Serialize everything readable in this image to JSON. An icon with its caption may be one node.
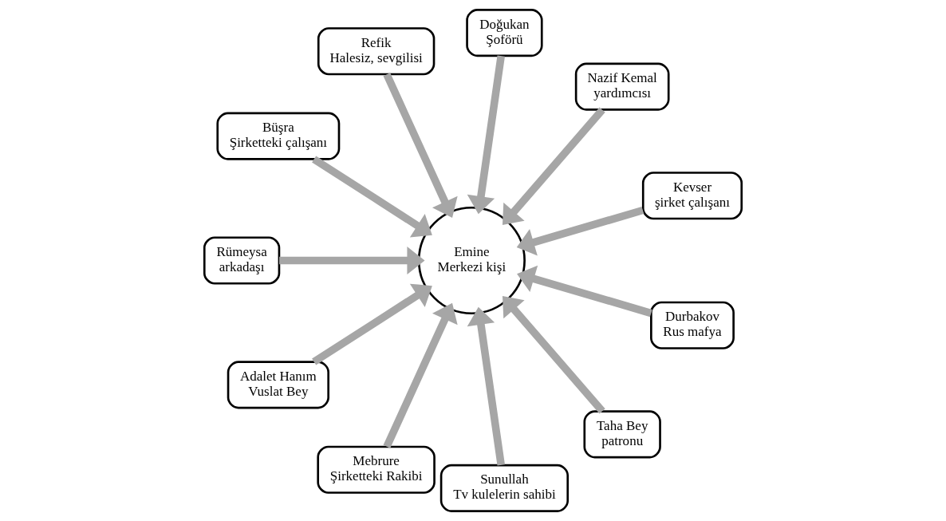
{
  "diagram": {
    "nodes": [
      {
        "text": [
          "Kevser",
          "şirket çalışanı"
        ]
      },
      {
        "text": [
          "Nazif Kemal",
          "yardımcısı"
        ]
      },
      {
        "text": [
          "Doğukan",
          "Şoförü"
        ]
      },
      {
        "text": [
          "Refik",
          "Halesiz, sevgilisi"
        ]
      },
      {
        "text": [
          "Büşra",
          "Şirketteki çalışanı"
        ]
      },
      {
        "text": [
          "Rümeysa",
          "arkadaşı"
        ]
      },
      {
        "text": [
          "Adalet Hanım",
          "Vuslat Bey"
        ]
      },
      {
        "text": [
          "Mebrure",
          "Şirketteki Rakibi"
        ]
      },
      {
        "text": [
          "Sunullah",
          "Tv kulelerin sahibi"
        ]
      },
      {
        "text": [
          "Taha Bey",
          "patronu"
        ]
      },
      {
        "text": [
          "Durbakov",
          "Rus mafya"
        ]
      },
      {
        "text": [
          "Emine",
          "Merkezi kişi"
        ]
      }
    ],
    "edges": [
      {
        "from": 0,
        "to": 11,
        "arrow": "to"
      },
      {
        "from": 1,
        "to": 11,
        "arrow": "to"
      },
      {
        "from": 2,
        "to": 11,
        "arrow": "to"
      },
      {
        "from": 3,
        "to": 11,
        "arrow": "to"
      },
      {
        "from": 4,
        "to": 11,
        "arrow": "to"
      },
      {
        "from": 5,
        "to": 11,
        "arrow": "to"
      },
      {
        "from": 6,
        "to": 11,
        "arrow": "to"
      },
      {
        "from": 7,
        "to": 11,
        "arrow": "to"
      },
      {
        "from": 8,
        "to": 11,
        "arrow": "to"
      },
      {
        "from": 9,
        "to": 11,
        "arrow": "to"
      },
      {
        "from": 10,
        "to": 11,
        "arrow": "to"
      }
    ]
  }
}
